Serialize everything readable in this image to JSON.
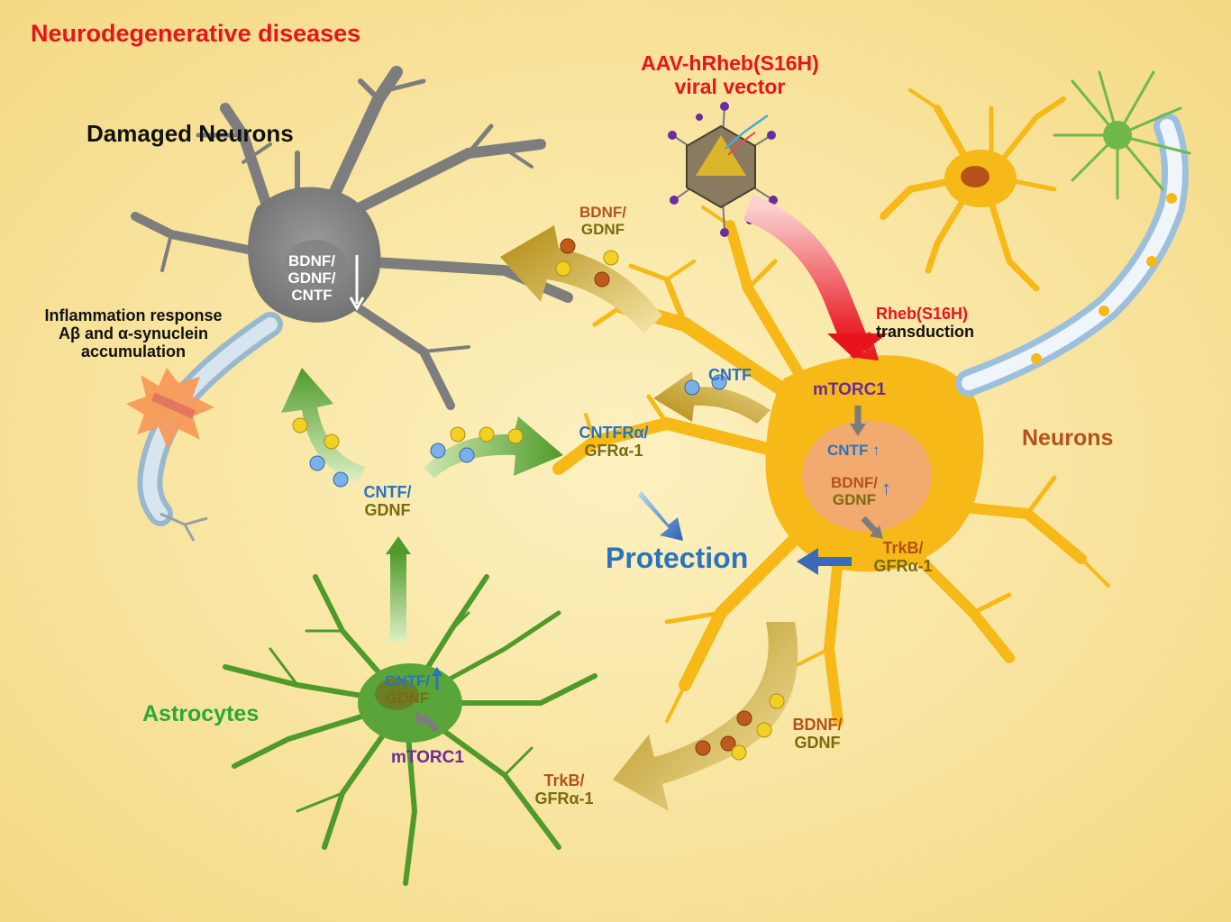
{
  "title": "Neurodegenerative diseases",
  "colors": {
    "title_red": "#e8141c",
    "blue": "#2a73c0",
    "brown": "#b2531c",
    "olive": "#7a6a10",
    "purple": "#6b2c9a",
    "green": "#2aa838",
    "bg_center": "#fdf1c0",
    "bg_edge": "#f4d880"
  },
  "icons": {
    "vector": "aav-capsid-icon",
    "burst": "inflammation-burst-icon"
  },
  "labels": {
    "damaged_neurons": "Damaged Neurons",
    "damaged_factors": [
      "BDNF/",
      "GDNF/",
      "CNTF"
    ],
    "inflammation": [
      "Inflammation response",
      "Aβ and  α-synuclein",
      "accumulation"
    ],
    "vector": [
      "AAV-hRheb(S16H)",
      "viral vector"
    ],
    "rheb_a": "Rheb(S16H)",
    "rheb_b": "transduction",
    "bdnf_gdnf_top": [
      "BDNF/",
      "GDNF"
    ],
    "cntf_top": "CNTF",
    "mtorc1_neuron": "mTORC1",
    "cntfr": [
      "CNTFRα/",
      "GFRα-1"
    ],
    "neuron_cntf": "CNTF",
    "neuron_bdnf": [
      "BDNF/",
      "GDNF"
    ],
    "neurons": "Neurons",
    "trkb_right": [
      "TrkB/",
      "GFRα-1"
    ],
    "protection": "Protection",
    "cntf_gdnf_mid": [
      "CNTF/",
      "GDNF"
    ],
    "astro_factors": [
      "CNTF/",
      "GDNF"
    ],
    "astrocytes": "Astrocytes",
    "mtorc1_astro": "mTORC1",
    "trkb_bottom": [
      "TrkB/",
      "GFRα-1"
    ],
    "bdnf_gdnf_bottom": [
      "BDNF/",
      "GDNF"
    ]
  }
}
